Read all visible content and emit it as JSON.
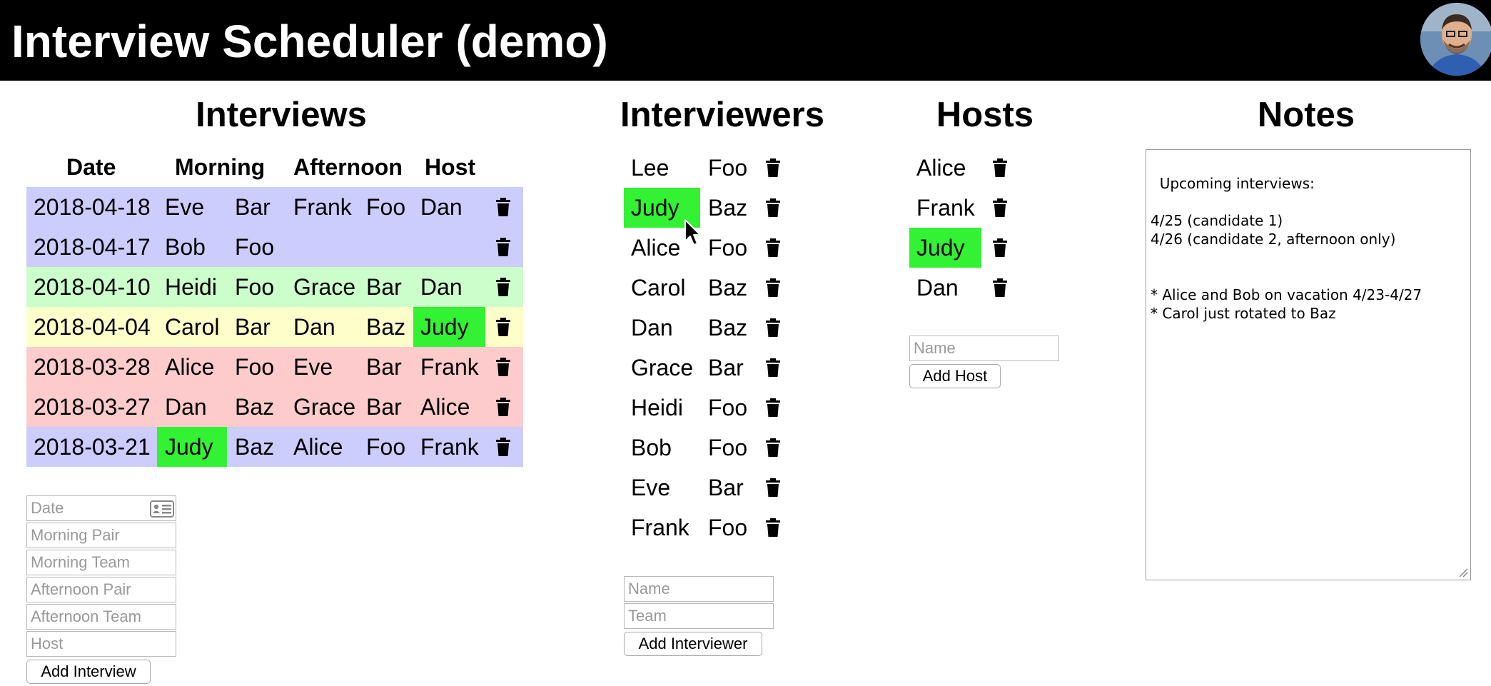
{
  "app": {
    "title": "Interview Scheduler (demo)",
    "avatar_icon": "user-avatar"
  },
  "colors": {
    "highlight": "#33f234",
    "blue_row": "#ccccfd",
    "green_row": "#cbfecb",
    "yellow_row": "#fefecb",
    "red_row": "#fdcbcb",
    "header_bg": "#000000"
  },
  "interviews": {
    "title": "Interviews",
    "headers": {
      "date": "Date",
      "morning": "Morning",
      "afternoon": "Afternoon",
      "host": "Host"
    },
    "rows": [
      {
        "date": "2018-04-18",
        "morning_pair": "Eve",
        "morning_team": "Bar",
        "afternoon_pair": "Frank",
        "afternoon_team": "Foo",
        "host": "Dan",
        "row_color": "#ccccfd",
        "highlight": ""
      },
      {
        "date": "2018-04-17",
        "morning_pair": "Bob",
        "morning_team": "Foo",
        "afternoon_pair": "",
        "afternoon_team": "",
        "host": "",
        "row_color": "#ccccfd",
        "highlight": ""
      },
      {
        "date": "2018-04-10",
        "morning_pair": "Heidi",
        "morning_team": "Foo",
        "afternoon_pair": "Grace",
        "afternoon_team": "Bar",
        "host": "Dan",
        "row_color": "#cbfecb",
        "highlight": ""
      },
      {
        "date": "2018-04-04",
        "morning_pair": "Carol",
        "morning_team": "Bar",
        "afternoon_pair": "Dan",
        "afternoon_team": "Baz",
        "host": "Judy",
        "row_color": "#fefecb",
        "highlight": "host"
      },
      {
        "date": "2018-03-28",
        "morning_pair": "Alice",
        "morning_team": "Foo",
        "afternoon_pair": "Eve",
        "afternoon_team": "Bar",
        "host": "Frank",
        "row_color": "#fdcbcb",
        "highlight": ""
      },
      {
        "date": "2018-03-27",
        "morning_pair": "Dan",
        "morning_team": "Baz",
        "afternoon_pair": "Grace",
        "afternoon_team": "Bar",
        "host": "Alice",
        "row_color": "#fdcbcb",
        "highlight": ""
      },
      {
        "date": "2018-03-21",
        "morning_pair": "Judy",
        "morning_team": "Baz",
        "afternoon_pair": "Alice",
        "afternoon_team": "Foo",
        "host": "Frank",
        "row_color": "#ccccfd",
        "highlight": "morning"
      }
    ],
    "form": {
      "date_placeholder": "Date",
      "morning_pair_placeholder": "Morning Pair",
      "morning_team_placeholder": "Morning Team",
      "afternoon_pair_placeholder": "Afternoon Pair",
      "afternoon_team_placeholder": "Afternoon Team",
      "host_placeholder": "Host",
      "add_label": "Add Interview"
    }
  },
  "interviewers": {
    "title": "Interviewers",
    "items": [
      {
        "name": "Lee",
        "team": "Foo",
        "highlight": false
      },
      {
        "name": "Judy",
        "team": "Baz",
        "highlight": true
      },
      {
        "name": "Alice",
        "team": "Foo",
        "highlight": false
      },
      {
        "name": "Carol",
        "team": "Baz",
        "highlight": false
      },
      {
        "name": "Dan",
        "team": "Baz",
        "highlight": false
      },
      {
        "name": "Grace",
        "team": "Bar",
        "highlight": false
      },
      {
        "name": "Heidi",
        "team": "Foo",
        "highlight": false
      },
      {
        "name": "Bob",
        "team": "Foo",
        "highlight": false
      },
      {
        "name": "Eve",
        "team": "Bar",
        "highlight": false
      },
      {
        "name": "Frank",
        "team": "Foo",
        "highlight": false
      }
    ],
    "form": {
      "name_placeholder": "Name",
      "team_placeholder": "Team",
      "add_label": "Add Interviewer"
    }
  },
  "hosts": {
    "title": "Hosts",
    "items": [
      {
        "name": "Alice",
        "highlight": false
      },
      {
        "name": "Frank",
        "highlight": false
      },
      {
        "name": "Judy",
        "highlight": true
      },
      {
        "name": "Dan",
        "highlight": false
      }
    ],
    "form": {
      "name_placeholder": "Name",
      "add_label": "Add Host"
    }
  },
  "notes": {
    "title": "Notes",
    "text": "Upcoming interviews:\n\n4/25 (candidate 1)\n4/26 (candidate 2, afternoon only)\n\n\n* Alice and Bob on vacation 4/23-4/27\n* Carol just rotated to Baz"
  }
}
